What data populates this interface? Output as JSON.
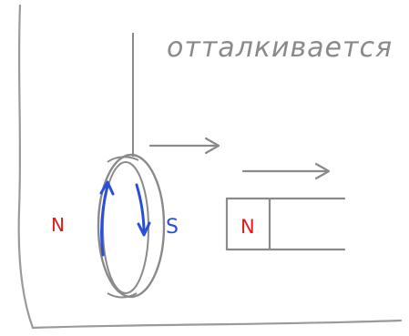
{
  "caption": "отталкивается",
  "ring_pole_left": "N",
  "ring_pole_right": "S",
  "magnet_pole": "N",
  "colors": {
    "pencil": "#8a8a8a",
    "red": "#e01b1b",
    "blue": "#2a4fd6"
  }
}
